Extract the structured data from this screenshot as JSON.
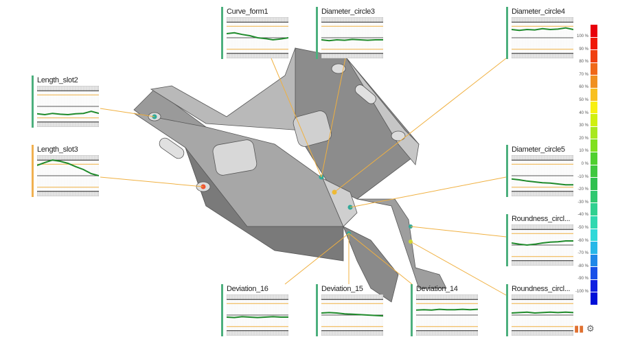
{
  "panels": [
    {
      "id": "curve-form1",
      "title": "Curve_form1",
      "status_color": "#4caf7d",
      "trend": [
        0.6,
        0.62,
        0.58,
        0.55,
        0.5,
        0.48,
        0.45,
        0.47,
        0.5
      ]
    },
    {
      "id": "diameter-circle3",
      "title": "Diameter_circle3",
      "status_color": "#4caf7d",
      "trend": [
        0.45,
        0.43,
        0.45,
        0.44,
        0.46,
        0.45,
        0.44,
        0.45,
        0.45
      ]
    },
    {
      "id": "diameter-circle4",
      "title": "Diameter_circle4",
      "status_color": "#4caf7d",
      "trend": [
        0.7,
        0.68,
        0.7,
        0.69,
        0.72,
        0.7,
        0.71,
        0.74,
        0.7
      ]
    },
    {
      "id": "length-slot2",
      "title": "Length_slot2",
      "status_color": "#4caf7d",
      "trend": [
        0.32,
        0.3,
        0.33,
        0.31,
        0.3,
        0.32,
        0.33,
        0.38,
        0.33
      ]
    },
    {
      "id": "length-slot3",
      "title": "Length_slot3",
      "status_color": "#f0b050",
      "trend": [
        0.75,
        0.82,
        0.88,
        0.85,
        0.8,
        0.72,
        0.65,
        0.55,
        0.5
      ]
    },
    {
      "id": "diameter-circle5",
      "title": "Diameter_circle5",
      "status_color": "#4caf7d",
      "trend": [
        0.42,
        0.4,
        0.37,
        0.35,
        0.33,
        0.32,
        0.3,
        0.28,
        0.28
      ]
    },
    {
      "id": "roundness-circle-a",
      "title": "Roundness_circl...",
      "status_color": "#4caf7d",
      "trend": [
        0.55,
        0.52,
        0.5,
        0.52,
        0.55,
        0.57,
        0.58,
        0.6,
        0.6
      ]
    },
    {
      "id": "deviation-16",
      "title": "Deviation_16",
      "status_color": "#4caf7d",
      "trend": [
        0.45,
        0.44,
        0.46,
        0.45,
        0.44,
        0.45,
        0.46,
        0.45,
        0.45
      ]
    },
    {
      "id": "deviation-15",
      "title": "Deviation_15",
      "status_color": "#4caf7d",
      "trend": [
        0.55,
        0.56,
        0.55,
        0.53,
        0.52,
        0.51,
        0.5,
        0.49,
        0.48
      ]
    },
    {
      "id": "deviation-14",
      "title": "Deviation_14",
      "status_color": "#4caf7d",
      "trend": [
        0.62,
        0.63,
        0.62,
        0.64,
        0.63,
        0.63,
        0.64,
        0.63,
        0.64
      ]
    },
    {
      "id": "roundness-circle-b",
      "title": "Roundness_circl...",
      "status_color": "#4caf7d",
      "trend": [
        0.55,
        0.56,
        0.57,
        0.55,
        0.56,
        0.57,
        0.56,
        0.57,
        0.56
      ]
    }
  ],
  "scale": {
    "labels": [
      "100 %",
      "90 %",
      "80 %",
      "70 %",
      "60 %",
      "50 %",
      "40 %",
      "30 %",
      "20 %",
      "10 %",
      "0 %",
      "-10 %",
      "-20 %",
      "-30 %",
      "-40 %",
      "-50 %",
      "-60 %",
      "-70 %",
      "-80 %",
      "-90 %",
      "-100 %"
    ],
    "colors": [
      "#e8000c",
      "#f01808",
      "#f04010",
      "#f06818",
      "#f09020",
      "#f8c020",
      "#f8f010",
      "#d0f010",
      "#a8e820",
      "#80e020",
      "#50d030",
      "#40c840",
      "#30c050",
      "#30c870",
      "#30d090",
      "#30d8b0",
      "#30d8d8",
      "#28b8e8",
      "#2088e8",
      "#1850e8",
      "#1020e0",
      "#0010d8"
    ]
  },
  "toolbar": {
    "legend_icon": "chart-legend-icon",
    "settings_icon": "gear-icon"
  }
}
